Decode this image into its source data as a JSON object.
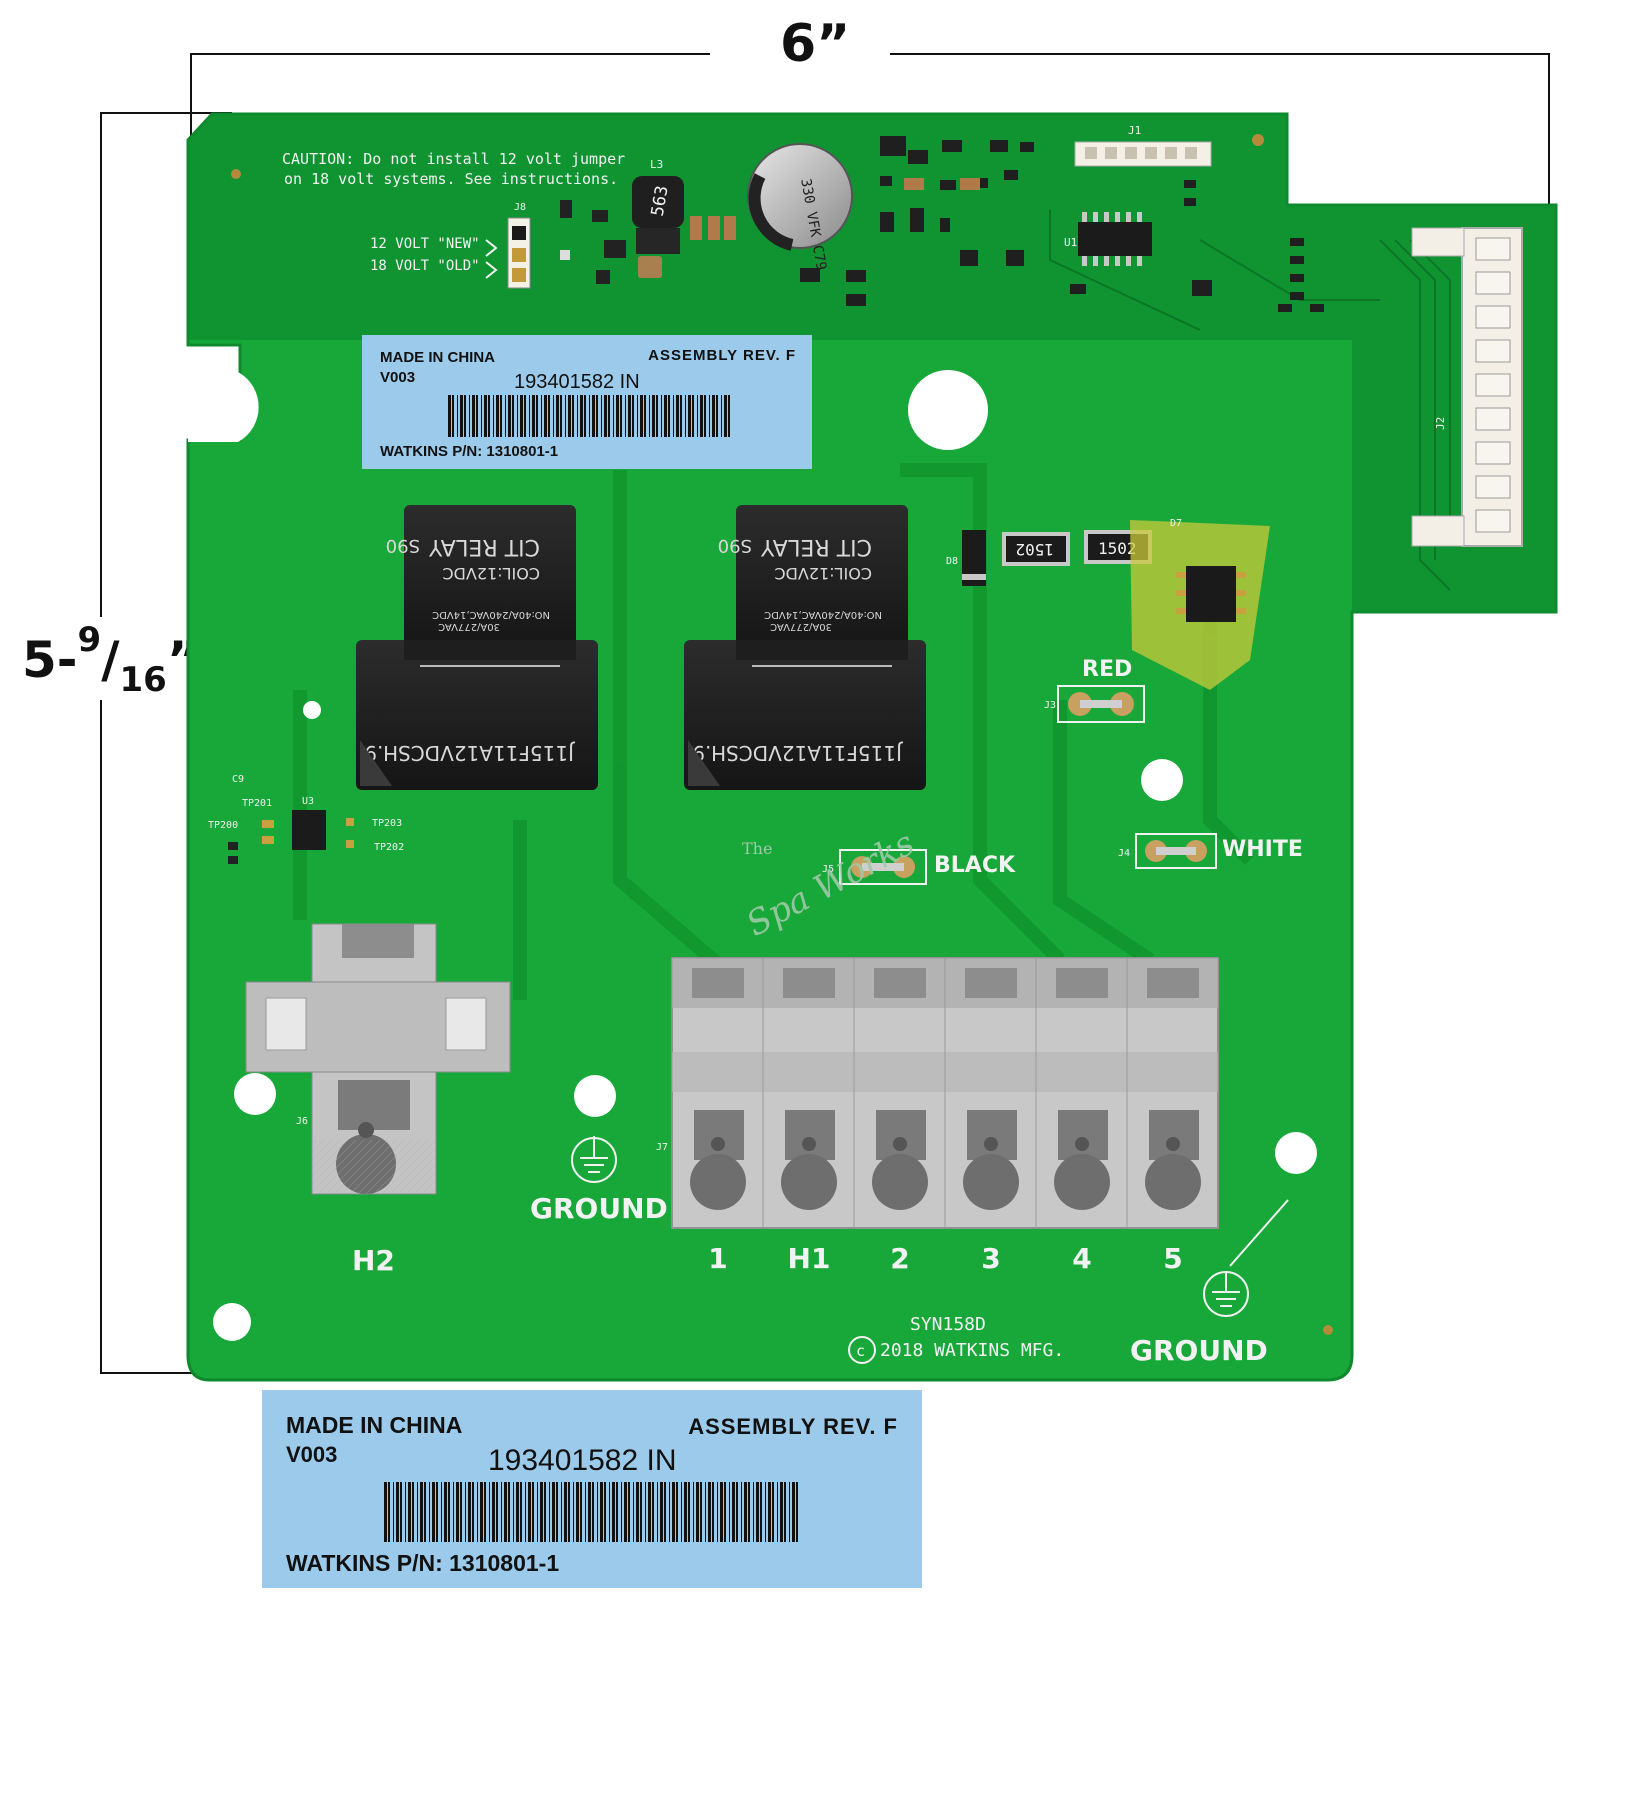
{
  "dimensions": {
    "width_label": "6”",
    "height_whole": "5-",
    "height_num": "9",
    "height_slash": "/",
    "height_den": "16",
    "height_end": "”"
  },
  "board": {
    "caution_line1": "CAUTION: Do not install 12 volt jumper",
    "caution_line2": "on 18 volt systems. See instructions.",
    "jumper_12": "12 VOLT \"NEW\"",
    "jumper_18": "18 VOLT \"OLD\"",
    "jumper_ref": "J8",
    "connector_j1": "J1",
    "connector_j2": "J2",
    "relay1": {
      "brand": "CIT RELAY",
      "suffix": "S90",
      "coil": "COIL:12VDC",
      "rating": "NO:40A/240VAC,14VDC",
      "rating2": "30A/277VAC",
      "part": "J115F11A12VDCSH.9"
    },
    "relay2": {
      "brand": "CIT RELAY",
      "suffix": "S90",
      "coil": "COIL:12VDC",
      "rating": "NO:40A/240VAC,14VDC",
      "rating2": "30A/277VAC",
      "part": "J115F11A12VDCSH.9"
    },
    "resistor_r16": "1502",
    "resistor_r17": "1502",
    "wire_red": "RED",
    "wire_black": "BLACK",
    "wire_white": "WHITE",
    "ground_left": "GROUND",
    "ground_right": "GROUND",
    "terminal_h2": "H2",
    "terminals": [
      "1",
      "H1",
      "2",
      "3",
      "4",
      "5"
    ],
    "model": "SYN158D",
    "copyright": "2018 WATKINS MFG.",
    "watermark_the": "The",
    "watermark_brand": "Spa Works",
    "refs": {
      "j3": "J3",
      "j4": "J4",
      "j5": "J5",
      "j6": "J6",
      "j7": "J7",
      "u1": "U1",
      "u3": "U3",
      "d7": "D7",
      "d8": "D8",
      "l3": "L3",
      "tp200": "TP200",
      "tp201": "TP201",
      "tp202": "TP202",
      "tp203": "TP203",
      "c9": "C9"
    },
    "cap_marking": "330 VFK C79",
    "inductor_marking": "563"
  },
  "label": {
    "made_in": "MADE IN CHINA",
    "assembly": "ASSEMBLY  REV. F",
    "version": "V003",
    "serial": "193401582 IN",
    "part_number": "WATKINS  P/N: 1310801-1"
  },
  "colors": {
    "pcb": "#18a83a",
    "pcb_dark": "#0d7a2a",
    "label_blue": "#9ccaea",
    "connector_grey": "#c4c4c4"
  }
}
